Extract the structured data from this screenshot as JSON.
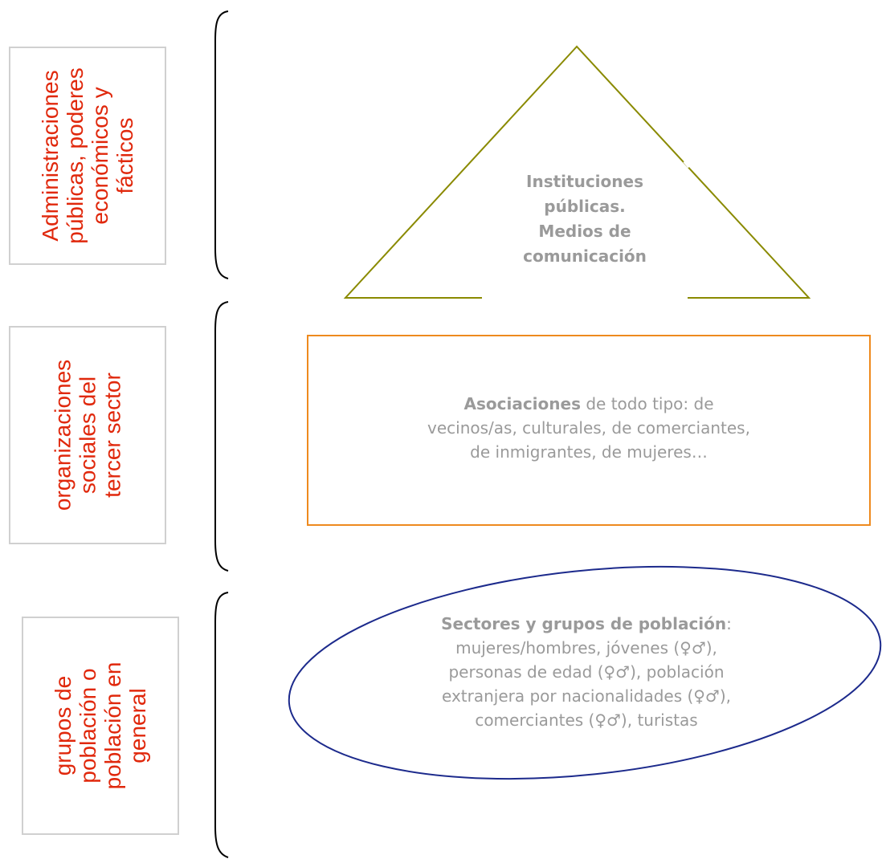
{
  "levels": [
    {
      "label_lines": [
        "Administraciones",
        "públicas, poderes",
        "económicos y",
        "fácticos"
      ],
      "shape": "triangle",
      "text_lines": [
        {
          "bold": "Instituciones"
        },
        {
          "bold": "públicas."
        },
        {
          "bold": "Medios de"
        },
        {
          "bold": "comunicación"
        }
      ],
      "stroke_color": "#8a8a00"
    },
    {
      "label_lines": [
        "organizaciones",
        "sociales del",
        "tercer sector"
      ],
      "shape": "rectangle",
      "text_lines": [
        {
          "bold": "Asociaciones",
          "rest": " de todo tipo: de"
        },
        {
          "rest": "vecinos/as, culturales, de comerciantes,"
        },
        {
          "rest": "de inmigrantes, de mujeres…"
        }
      ],
      "stroke_color": "#ee8a1e"
    },
    {
      "label_lines": [
        "grupos de",
        "población o",
        "población en",
        "general"
      ],
      "shape": "ellipse",
      "text_lines": [
        {
          "bold": "Sectores y grupos de población",
          "rest": ":"
        },
        {
          "rest": "mujeres/hombres, jóvenes (♀♂),"
        },
        {
          "rest": "personas de edad (♀♂), población"
        },
        {
          "rest": "extranjera por nacionalidades (♀♂),"
        },
        {
          "rest": "comerciantes (♀♂), turistas"
        }
      ],
      "stroke_color": "#1c2a8c"
    }
  ],
  "colors": {
    "label_text": "#e0280c",
    "label_border": "#d0d0d0",
    "shape_text": "#9a9a9a",
    "brace": "#000000"
  }
}
